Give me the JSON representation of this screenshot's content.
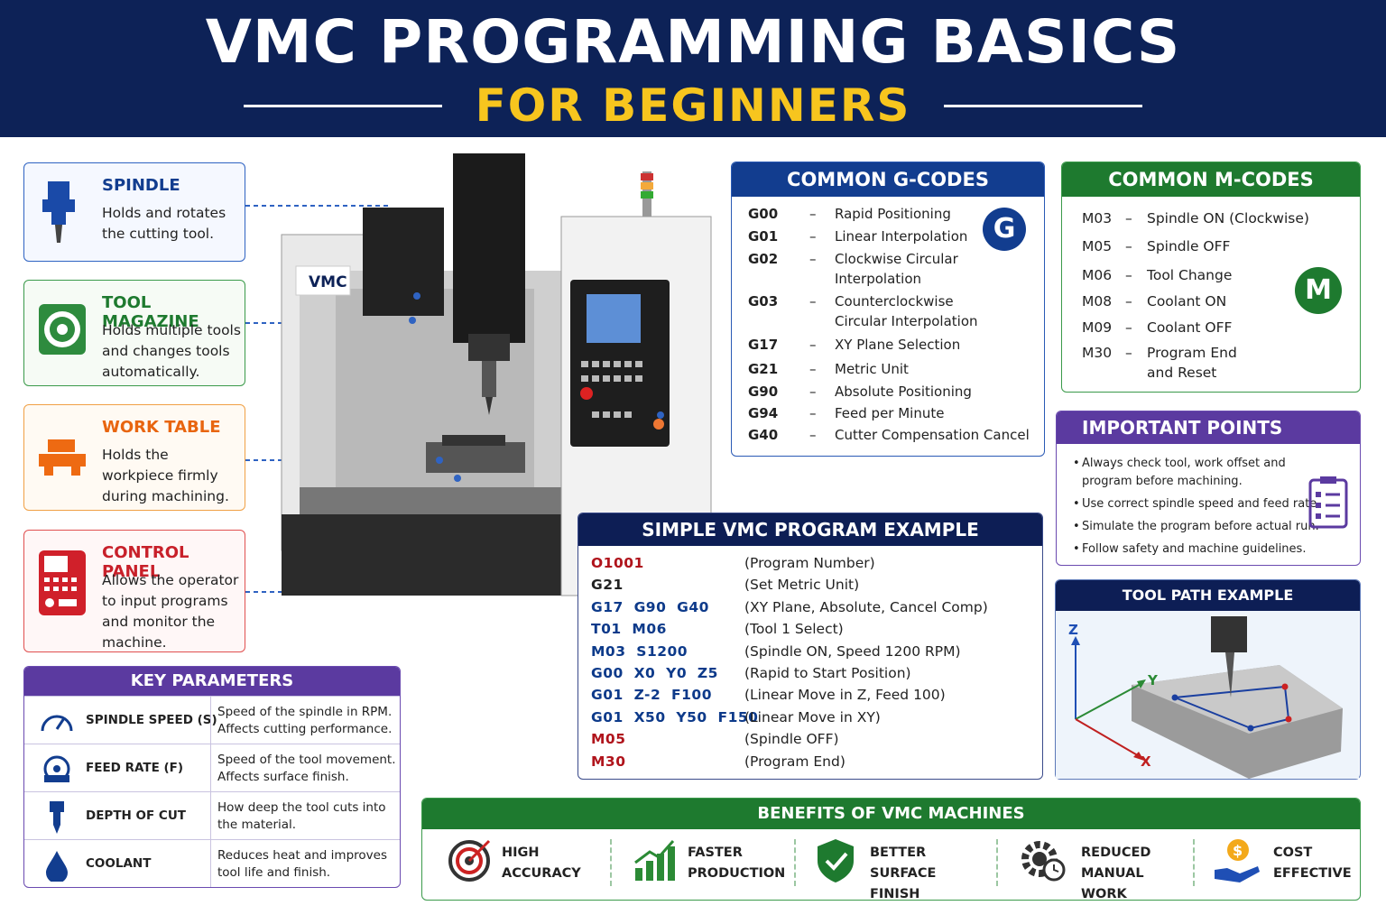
{
  "header": {
    "title": "VMC PROGRAMMING BASICS",
    "subtitle": "FOR BEGINNERS"
  },
  "machine": {
    "label": "VMC"
  },
  "components": [
    {
      "title": "SPINDLE",
      "desc": "Holds and rotates the cutting tool.",
      "color": "#123d8f"
    },
    {
      "title": "TOOL MAGAZINE",
      "desc": "Holds multiple tools and changes tools automatically.",
      "color": "#1e7a2f"
    },
    {
      "title": "WORK TABLE",
      "desc": "Holds the workpiece firmly during machining.",
      "color": "#e8650f"
    },
    {
      "title": "CONTROL PANEL",
      "desc": "Allows the operator to input programs and monitor the machine.",
      "color": "#c8202a"
    }
  ],
  "gcodes": {
    "title": "COMMON G-CODES",
    "badge": "G",
    "dash": "–",
    "items": [
      {
        "code": "G00",
        "desc": "Rapid Positioning"
      },
      {
        "code": "G01",
        "desc": "Linear Interpolation"
      },
      {
        "code": "G02",
        "desc": "Clockwise Circular",
        "desc2": "Interpolation"
      },
      {
        "code": "G03",
        "desc": "Counterclockwise",
        "desc2": "Circular Interpolation"
      },
      {
        "code": "G17",
        "desc": "XY Plane Selection"
      },
      {
        "code": "G21",
        "desc": "Metric Unit"
      },
      {
        "code": "G90",
        "desc": "Absolute Positioning"
      },
      {
        "code": "G94",
        "desc": "Feed per Minute"
      },
      {
        "code": "G40",
        "desc": "Cutter Compensation Cancel"
      }
    ]
  },
  "mcodes": {
    "title": "COMMON M-CODES",
    "badge": "M",
    "dash": "–",
    "items": [
      {
        "code": "M03",
        "desc": "Spindle ON (Clockwise)"
      },
      {
        "code": "M05",
        "desc": "Spindle OFF"
      },
      {
        "code": "M06",
        "desc": "Tool Change"
      },
      {
        "code": "M08",
        "desc": "Coolant ON"
      },
      {
        "code": "M09",
        "desc": "Coolant OFF"
      },
      {
        "code": "M30",
        "desc": "Program End",
        "desc2": "and Reset"
      }
    ]
  },
  "important": {
    "title": "IMPORTANT POINTS",
    "items": [
      "Always check tool, work offset and",
      "program before machining.",
      "Use correct spindle speed and feed rate.",
      "Simulate the program before actual run.",
      "Follow safety and machine guidelines."
    ]
  },
  "program": {
    "title": "SIMPLE VMC PROGRAM EXAMPLE",
    "lines": [
      {
        "code": "O1001",
        "comment": "(Program Number)",
        "color": "#b0141c"
      },
      {
        "code": "G21",
        "comment": "(Set Metric Unit)",
        "color": "#222222"
      },
      {
        "code": "G17  G90  G40",
        "comment": "(XY Plane, Absolute, Cancel Comp)",
        "color": "#0d3a8a"
      },
      {
        "code": "T01  M06",
        "comment": "(Tool 1 Select)",
        "color": "#0d3a8a"
      },
      {
        "code": "M03  S1200",
        "comment": "(Spindle ON, Speed 1200 RPM)",
        "color": "#0d3a8a"
      },
      {
        "code": "G00  X0  Y0  Z5",
        "comment": "(Rapid to Start Position)",
        "color": "#0d3a8a"
      },
      {
        "code": "G01  Z-2  F100",
        "comment": "(Linear Move in Z, Feed 100)",
        "color": "#0d3a8a"
      },
      {
        "code": "G01  X50  Y50  F150",
        "comment": "(Linear Move in XY)",
        "color": "#0d3a8a"
      },
      {
        "code": "M05",
        "comment": "(Spindle OFF)",
        "color": "#b0141c"
      },
      {
        "code": "M30",
        "comment": "(Program End)",
        "color": "#b0141c"
      }
    ]
  },
  "toolpath": {
    "title": "TOOL PATH EXAMPLE",
    "axis_z": "Z",
    "axis_y": "Y",
    "axis_x": "X"
  },
  "key_parameters": {
    "title": "KEY PARAMETERS",
    "rows": [
      {
        "label": "SPINDLE SPEED (S)",
        "desc": "Speed of the spindle in RPM. Affects cutting performance."
      },
      {
        "label": "FEED RATE (F)",
        "desc": "Speed of the tool movement. Affects surface finish."
      },
      {
        "label": "DEPTH OF CUT",
        "desc": "How deep the tool cuts into the material."
      },
      {
        "label": "COOLANT",
        "desc": "Reduces heat and improves tool life and finish."
      }
    ]
  },
  "benefits": {
    "title": "BENEFITS OF VMC MACHINES",
    "items": [
      {
        "line1": "HIGH",
        "line2": "ACCURACY"
      },
      {
        "line1": "FASTER",
        "line2": "PRODUCTION"
      },
      {
        "line1": "BETTER SURFACE",
        "line2": "FINISH"
      },
      {
        "line1": "REDUCED",
        "line2": "MANUAL WORK"
      },
      {
        "line1": "COST",
        "line2": "EFFECTIVE"
      }
    ]
  }
}
